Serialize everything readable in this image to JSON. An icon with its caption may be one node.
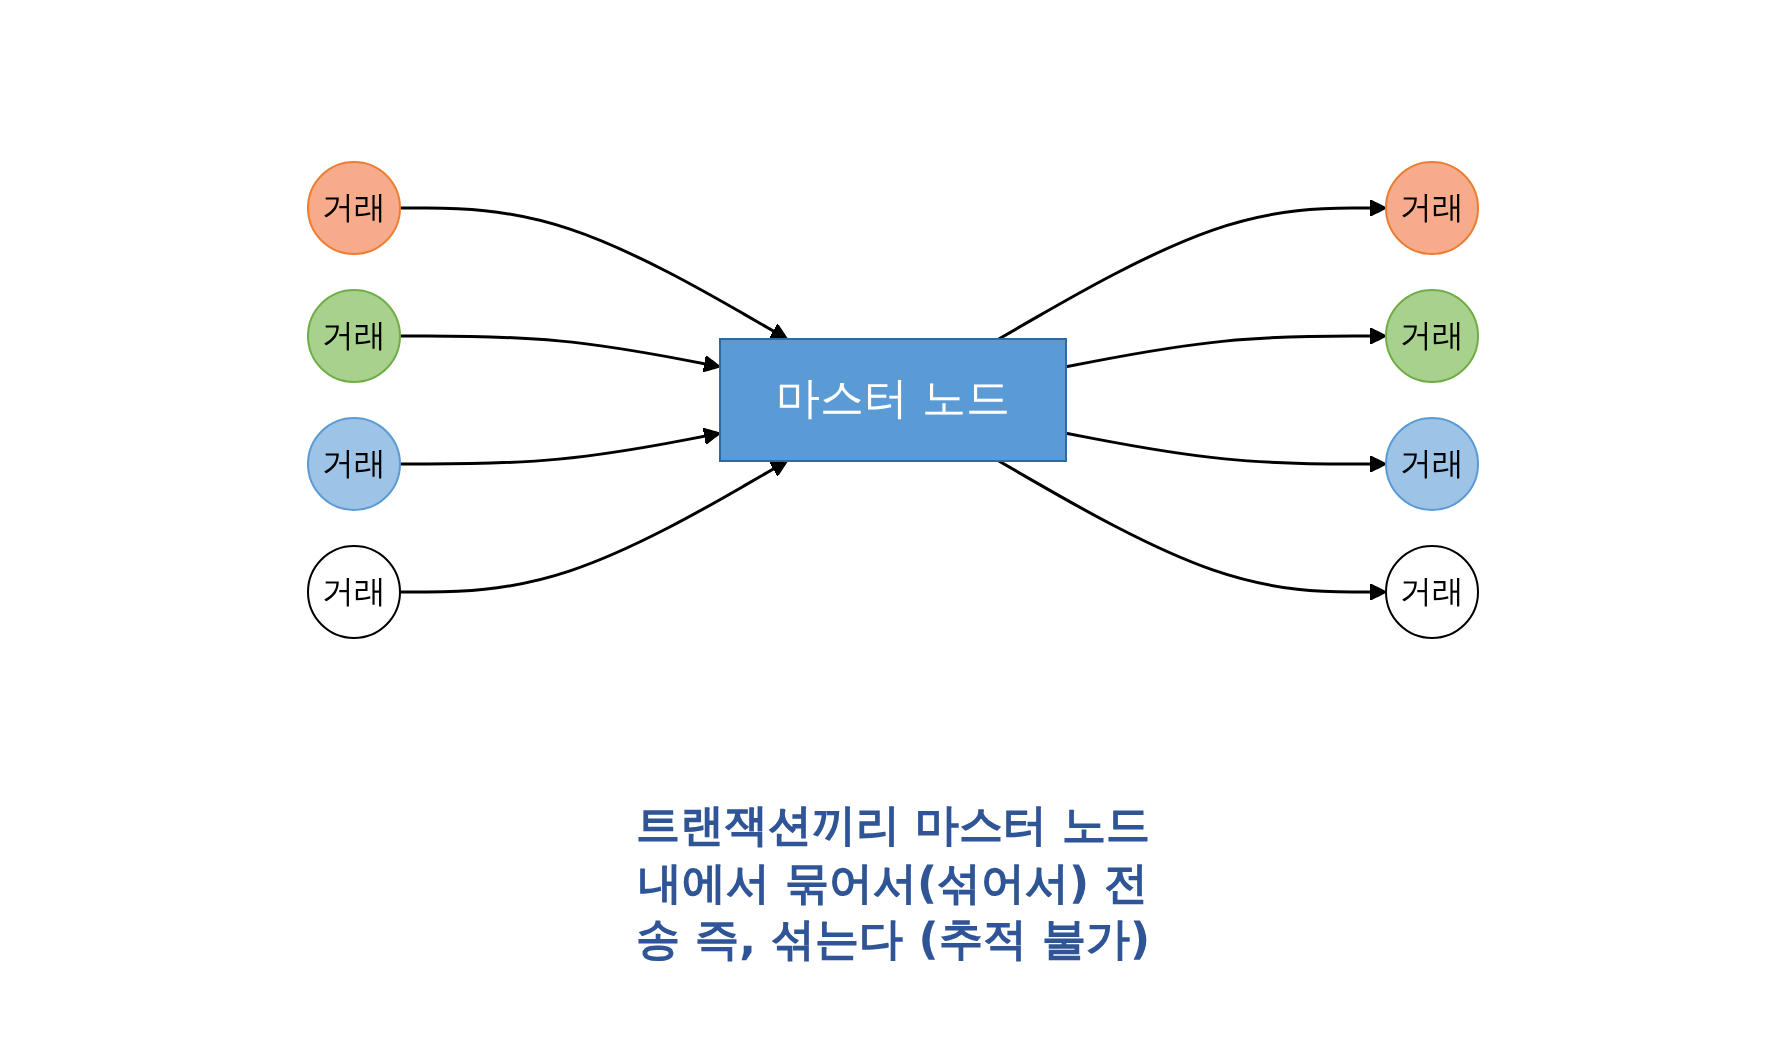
{
  "diagram": {
    "nodes": [
      {
        "text": [
          "거래"
        ]
      },
      {
        "text": [
          "거래"
        ]
      },
      {
        "text": [
          "거래"
        ]
      },
      {
        "text": [
          "거래"
        ]
      },
      {
        "text": [
          "마스터 노드"
        ]
      },
      {
        "text": [
          "거래"
        ]
      },
      {
        "text": [
          "거래"
        ]
      },
      {
        "text": [
          "거래"
        ]
      },
      {
        "text": [
          "거래"
        ]
      }
    ],
    "edges": [
      {
        "from": 0,
        "to": 4,
        "arrow": "to"
      },
      {
        "from": 1,
        "to": 4,
        "arrow": "to"
      },
      {
        "from": 2,
        "to": 4,
        "arrow": "to"
      },
      {
        "from": 3,
        "to": 4,
        "arrow": "to"
      },
      {
        "from": 4,
        "to": 5,
        "arrow": "to"
      },
      {
        "from": 4,
        "to": 6,
        "arrow": "to"
      },
      {
        "from": 4,
        "to": 7,
        "arrow": "to"
      },
      {
        "from": 4,
        "to": 8,
        "arrow": "to"
      }
    ],
    "labels": [
      "트랜잭션끼리 마스터 노드 내에서 묶어서(섞어서) 전송 즉, 섞는다 (추적 불가)"
    ]
  }
}
